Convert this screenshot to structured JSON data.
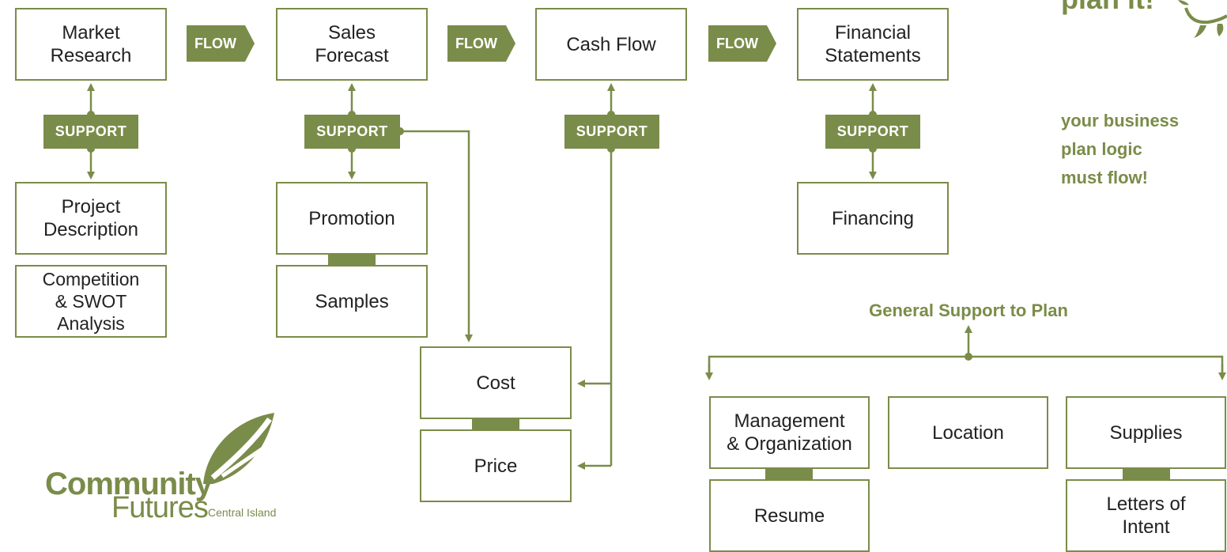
{
  "boxes": {
    "market_research": "Market\nResearch",
    "sales_forecast": "Sales\nForecast",
    "cash_flow": "Cash Flow",
    "financial_statements": "Financial\nStatements",
    "project_description": "Project\nDescription",
    "competition_swot": "Competition\n& SWOT\nAnalysis",
    "promotion": "Promotion",
    "samples": "Samples",
    "financing": "Financing",
    "cost": "Cost",
    "price": "Price",
    "management": "Management\n& Organization",
    "resume": "Resume",
    "location": "Location",
    "supplies": "Supplies",
    "letters_of_intent": "Letters of\nIntent"
  },
  "flow_label": "FLOW",
  "support_label": "SUPPORT",
  "tagline": {
    "heading_partial": "plan it!",
    "line1": "your business",
    "line2": "plan logic",
    "line3": "must flow!"
  },
  "general_support": "General Support to Plan",
  "logo": {
    "line1": "Community",
    "line2": "Futures",
    "line3": "Central Island"
  },
  "colors": {
    "accent": "#7a8c49",
    "text": "#222222"
  }
}
